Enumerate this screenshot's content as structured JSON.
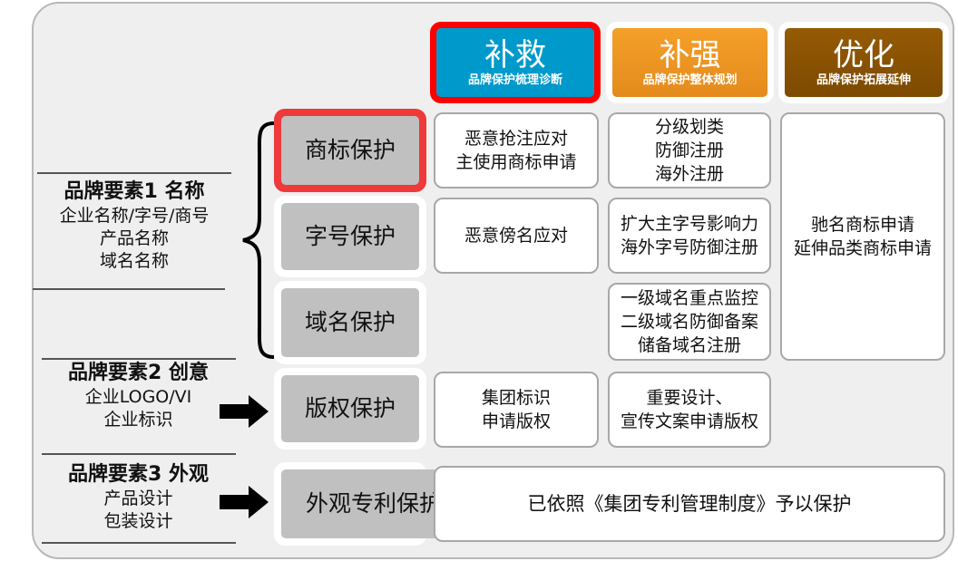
{
  "headers": [
    {
      "title": "补救",
      "subtitle": "品牌保护梳理诊断",
      "color": "#0099cc"
    },
    {
      "title": "补强",
      "subtitle": "品牌保护整体规划",
      "color": "#f39c22"
    },
    {
      "title": "优化",
      "subtitle": "品牌保护拓展延伸",
      "color": "#8b5200"
    }
  ],
  "elements": [
    {
      "title": "品牌要素1  名称",
      "lines": [
        "企业名称/字号/商号",
        "产品名称",
        "域名名称"
      ]
    },
    {
      "title": "品牌要素2  创意",
      "lines": [
        "企业LOGO/VI",
        "企业标识"
      ]
    },
    {
      "title": "品牌要素3  外观",
      "lines": [
        "产品设计",
        "包装设计"
      ]
    }
  ],
  "protections": [
    "商标保护",
    "字号保护",
    "域名保护",
    "版权保护",
    "外观专利保护"
  ],
  "remedy": {
    "trademark": [
      "恶意抢注应对",
      "主使用商标申请"
    ],
    "tradename": [
      "恶意傍名应对"
    ],
    "copyright": [
      "集团标识",
      "申请版权"
    ]
  },
  "strengthen": {
    "trademark": [
      "分级划类",
      "防御注册",
      "海外注册"
    ],
    "tradename": [
      "扩大主字号影响力",
      "海外字号防御注册"
    ],
    "domain": [
      "一级域名重点监控",
      "二级域名防御备案",
      "储备域名注册"
    ],
    "copyright": [
      "重要设计、",
      "宣传文案申请版权"
    ]
  },
  "optimize": {
    "lines": [
      "驰名商标申请",
      "延伸品类商标申请"
    ]
  },
  "design_patent_note": "已依照《集团专利管理制度》予以保护"
}
